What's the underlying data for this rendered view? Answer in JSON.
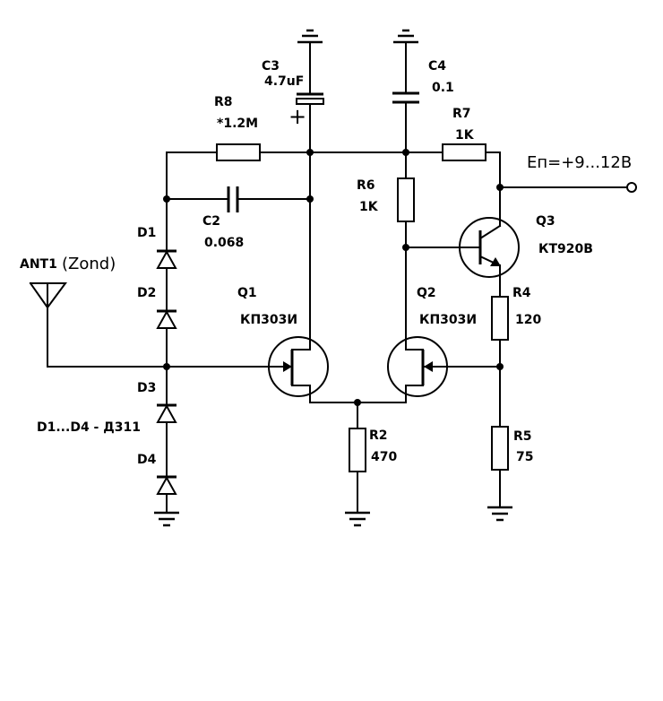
{
  "antenna": {
    "ref": "ANT1",
    "note": "(Zond)"
  },
  "power": {
    "label": "Eп=+9...12В"
  },
  "resistors": {
    "r8": {
      "ref": "R8",
      "value": "*1.2M"
    },
    "r7": {
      "ref": "R7",
      "value": "1K"
    },
    "r6": {
      "ref": "R6",
      "value": "1K"
    },
    "r4": {
      "ref": "R4",
      "value": "120"
    },
    "r5": {
      "ref": "R5",
      "value": "75"
    },
    "r2": {
      "ref": "R2",
      "value": "470"
    }
  },
  "capacitors": {
    "c3": {
      "ref": "C3",
      "value": "4.7uF",
      "polarity": "+"
    },
    "c4": {
      "ref": "C4",
      "value": "0.1"
    },
    "c2": {
      "ref": "C2",
      "value": "0.068"
    }
  },
  "diodes": {
    "d1": {
      "ref": "D1"
    },
    "d2": {
      "ref": "D2"
    },
    "d3": {
      "ref": "D3"
    },
    "d4": {
      "ref": "D4"
    },
    "note": "D1...D4 - Д311"
  },
  "transistors": {
    "q1": {
      "ref": "Q1",
      "part": "КП303И"
    },
    "q2": {
      "ref": "Q2",
      "part": "КП303И"
    },
    "q3": {
      "ref": "Q3",
      "part": "КТ920В"
    }
  }
}
